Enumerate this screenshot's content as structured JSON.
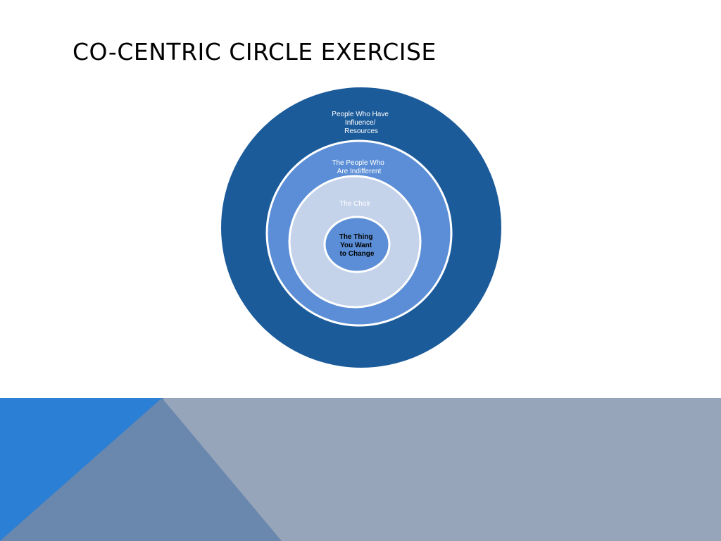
{
  "slide": {
    "title": "CO-CENTRIC CIRCLE EXERCISE"
  },
  "diagram": {
    "rings": [
      {
        "lines": [
          "People Who Have",
          "Influence/",
          "Resources"
        ],
        "fill": "#1c5b9a",
        "text_color": "#ffffff"
      },
      {
        "lines": [
          "The People Who",
          "Are Indifferent"
        ],
        "fill": "#5b8ed6",
        "text_color": "#ffffff"
      },
      {
        "lines": [
          "The Choir"
        ],
        "fill": "#c4d3ea",
        "text_color": "#ffffff"
      },
      {
        "lines": [
          "The Thing",
          "You Want",
          "to Change"
        ],
        "fill": "#5b8ed6",
        "text_color": "#000000"
      }
    ]
  },
  "colors": {
    "footer_bright_blue": "#2b7fd4",
    "footer_slate": "#6a88ad",
    "footer_grey_blue": "#97a5bb"
  }
}
